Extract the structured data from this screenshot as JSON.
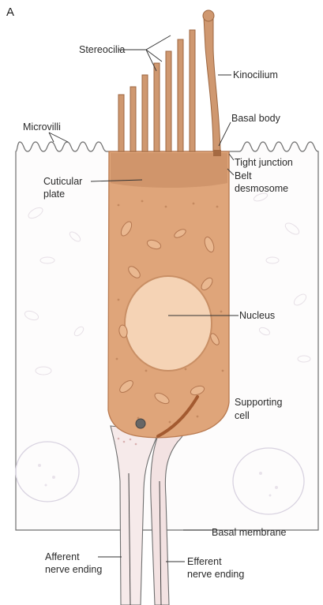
{
  "figure": {
    "panel_letter": "A",
    "colors": {
      "hair_cell": "#dfa57a",
      "hair_cell_edge": "#c2845a",
      "cilia": "#cf9870",
      "supporting_cell": "#fdfcfc",
      "outline": "#6f6f6f",
      "nucleus": "#f5d3b5",
      "nerve_fill": "#f3e2e2"
    },
    "labels": {
      "stereocilia": "Stereocilia",
      "kinocilium": "Kinocilium",
      "microvilli": "Microvilli",
      "basal_body": "Basal body",
      "tight_junction": "Tight junction",
      "belt_desmosome_1": "Belt",
      "belt_desmosome_2": "desmosome",
      "cuticular_plate_1": "Cuticular",
      "cuticular_plate_2": "plate",
      "nucleus": "Nucleus",
      "supporting_cell_1": "Supporting",
      "supporting_cell_2": "cell",
      "basal_membrane": "Basal membrane",
      "afferent_1": "Afferent",
      "afferent_2": "nerve ending",
      "efferent_1": "Efferent",
      "efferent_2": "nerve ending"
    }
  }
}
